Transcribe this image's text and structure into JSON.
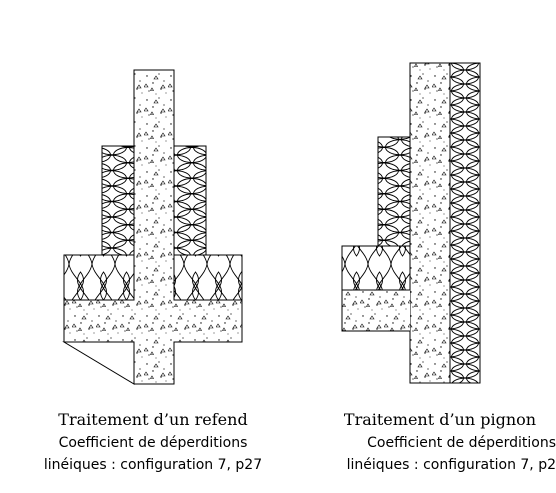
{
  "captions": {
    "left": {
      "title": "Traitement d’un refend",
      "line1": "Coefficient de déperditions",
      "line2": "linéiques : configuration 7, p27"
    },
    "right": {
      "title": "Traitement d’un pignon",
      "line1": "Coefficient de déperditions",
      "line2": "linéiques : configuration 7, p2"
    }
  }
}
